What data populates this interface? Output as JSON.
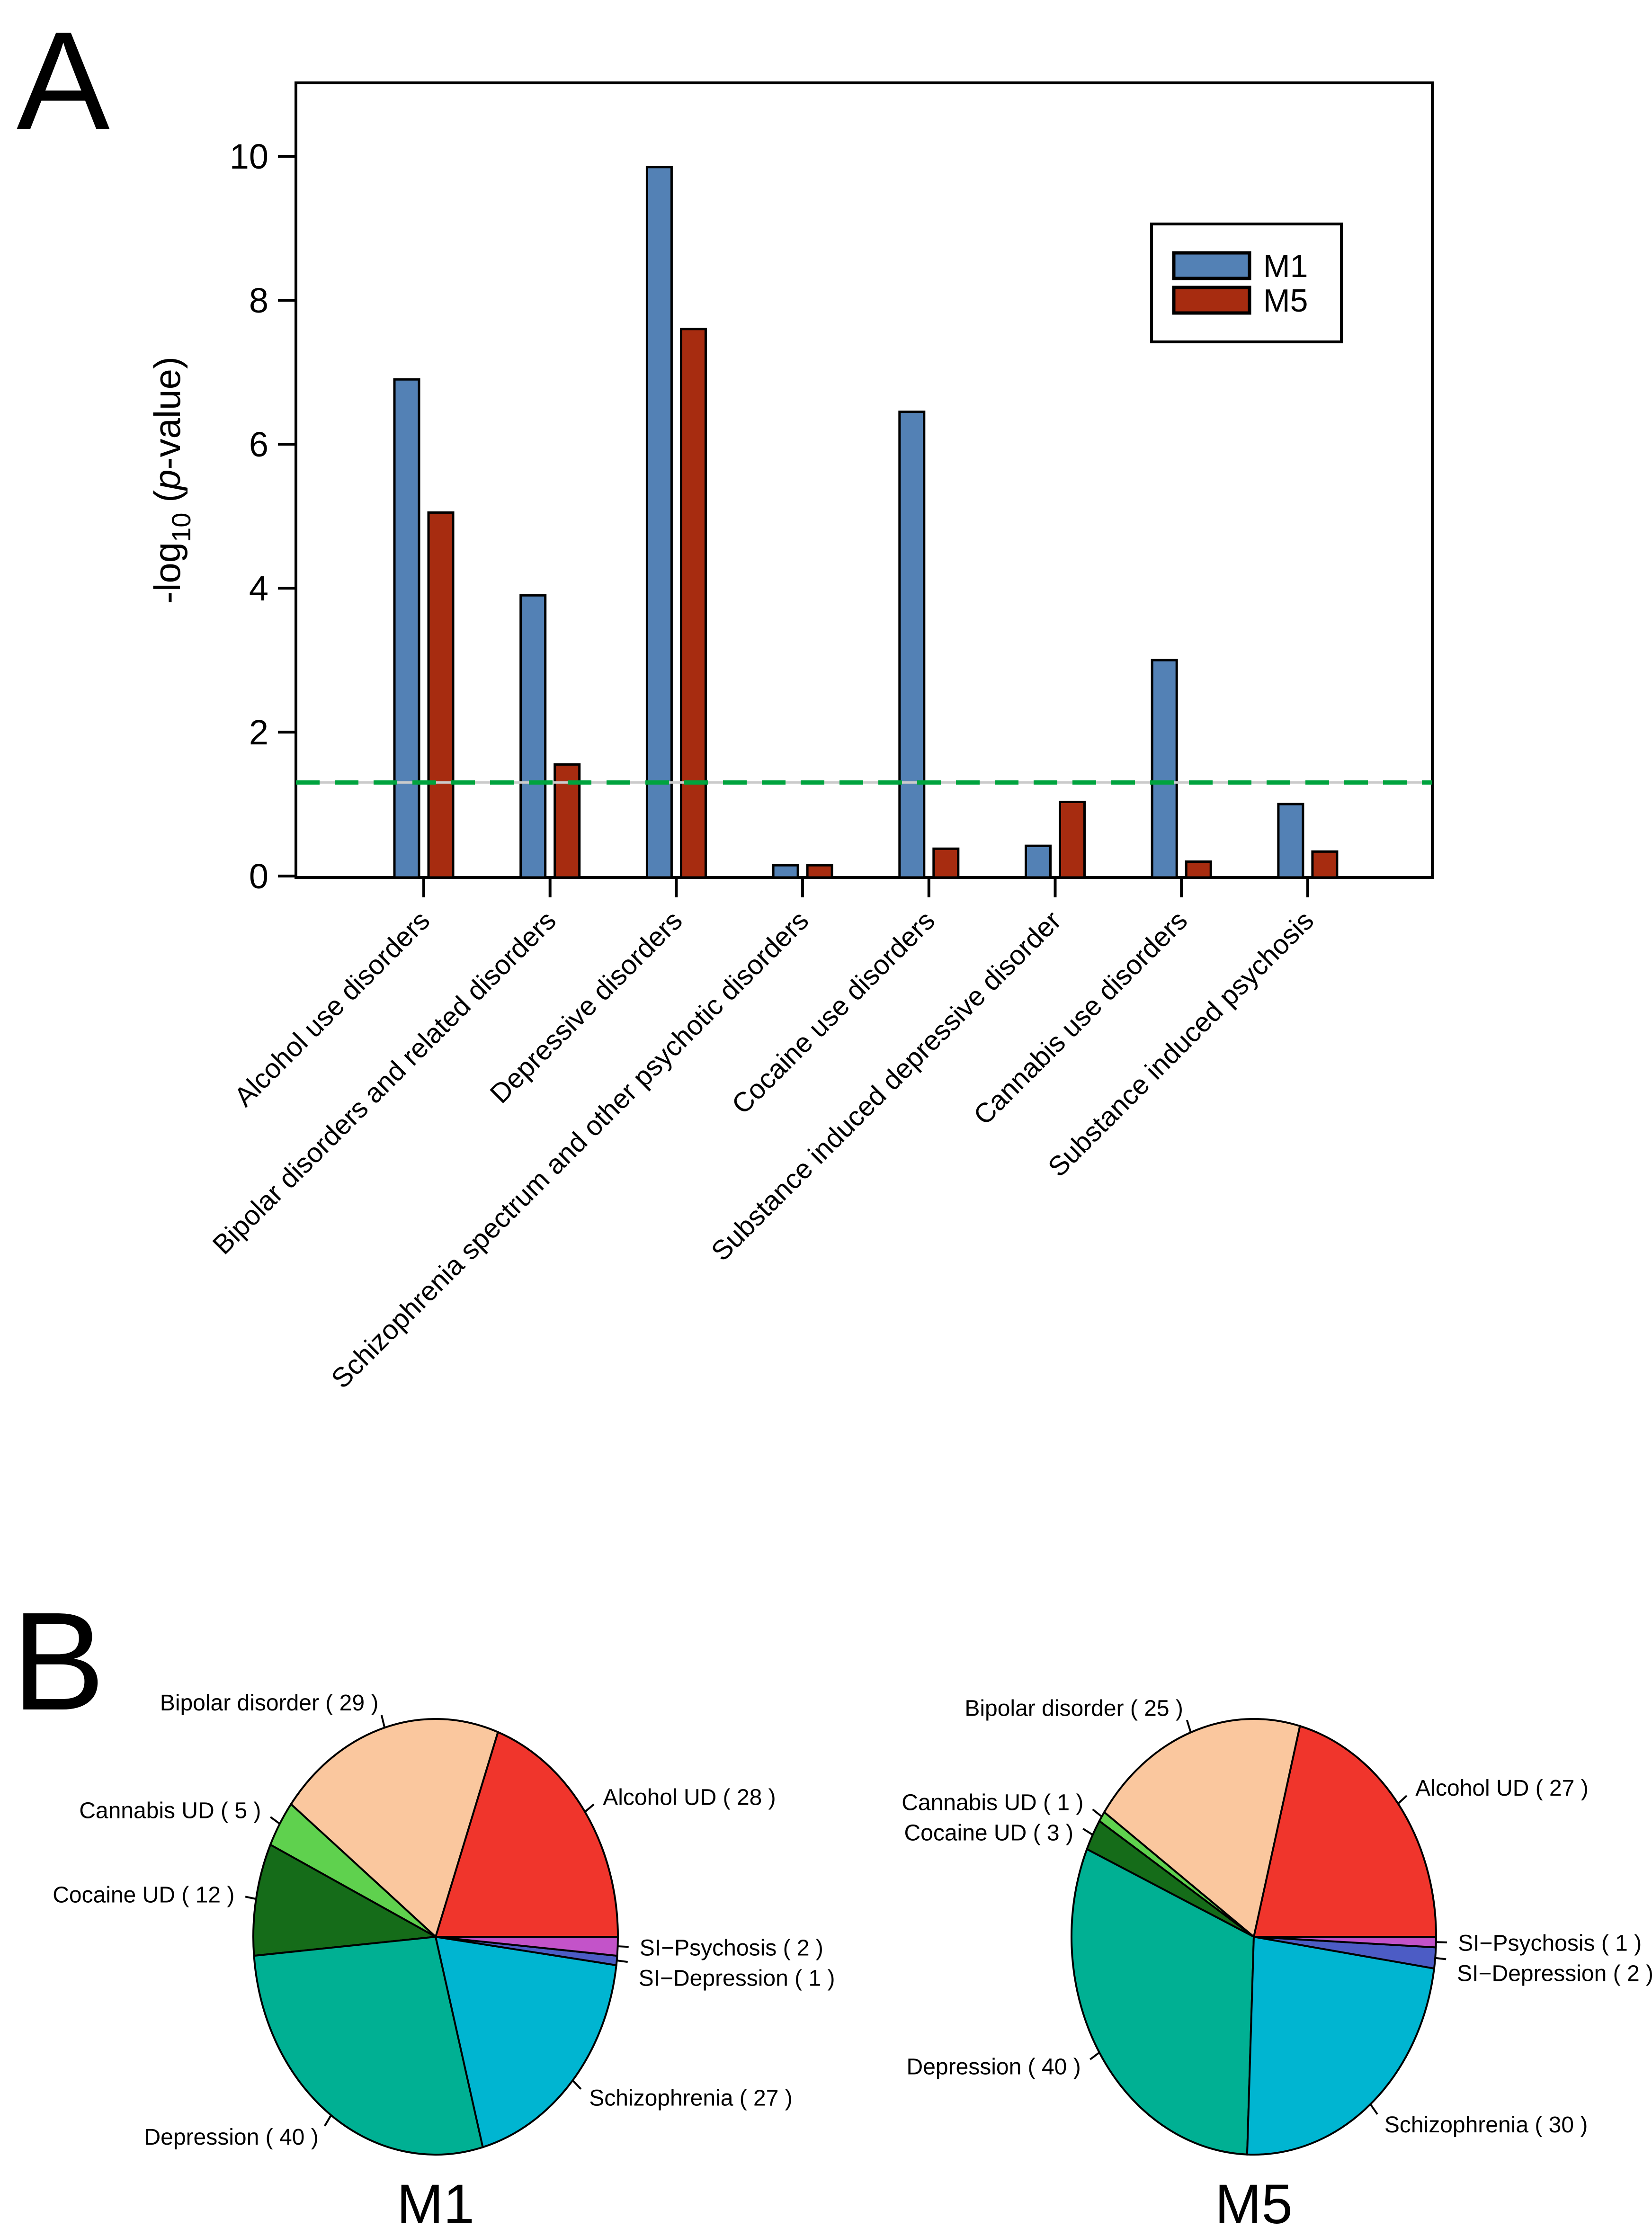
{
  "panel_a": {
    "label": "A",
    "ylabel": {
      "full": "-log10 (p-value)",
      "prefix": "-log",
      "subscript": "10",
      "open": " (",
      "italic_p": "p",
      "rest": "-value)"
    }
  },
  "panel_b": {
    "label": "B"
  },
  "chart_data": [
    {
      "id": "bar-pvalues",
      "type": "bar",
      "ylabel": "-log10 (p-value)",
      "categories": [
        "Alcohol use disorders",
        "Bipolar disorders and related disorders",
        "Depressive disorders",
        "Schizophrenia spectrum and other psychotic disorders",
        "Cocaine use disorders",
        "Substance induced depressive disorder",
        "Cannabis use disorders",
        "Substance induced psychosis"
      ],
      "series": [
        {
          "name": "M1",
          "color": "#5381B5",
          "values": [
            6.9,
            3.9,
            9.85,
            0.15,
            6.45,
            0.42,
            3.0,
            1.0
          ]
        },
        {
          "name": "M5",
          "color": "#A72C10",
          "values": [
            5.05,
            1.55,
            7.6,
            0.15,
            0.38,
            1.03,
            0.2,
            0.34
          ]
        }
      ],
      "ylim": [
        0,
        11.05
      ],
      "yticks": [
        "0",
        "2",
        "4",
        "6",
        "8",
        "10"
      ],
      "threshold": {
        "value": 1.3,
        "color": "#00A33E",
        "underlay_color": "#CBCBCB",
        "style": "dashed"
      },
      "legend_position": "top-right",
      "grid": false
    },
    {
      "id": "pie-m1",
      "type": "pie",
      "title": "M1",
      "slices": [
        {
          "label": "Alcohol UD",
          "value": 28,
          "color": "#F0352C"
        },
        {
          "label": "Bipolar disorder",
          "value": 29,
          "color": "#FAC79E"
        },
        {
          "label": "Cannabis UD",
          "value": 5,
          "color": "#5FD14E"
        },
        {
          "label": "Cocaine UD",
          "value": 12,
          "color": "#156C19"
        },
        {
          "label": "Depression",
          "value": 40,
          "color": "#00B093"
        },
        {
          "label": "Schizophrenia",
          "value": 27,
          "color": "#00B5D1"
        },
        {
          "label": "SI−Depression",
          "value": 1,
          "color": "#4C5CC5"
        },
        {
          "label": "SI−Psychosis",
          "value": 2,
          "color": "#C353C9"
        }
      ]
    },
    {
      "id": "pie-m5",
      "type": "pie",
      "title": "M5",
      "slices": [
        {
          "label": "Alcohol UD",
          "value": 27,
          "color": "#F0352C"
        },
        {
          "label": "Bipolar disorder",
          "value": 25,
          "color": "#FAC79E"
        },
        {
          "label": "Cannabis UD",
          "value": 1,
          "color": "#5FD14E"
        },
        {
          "label": "Cocaine UD",
          "value": 3,
          "color": "#156C19"
        },
        {
          "label": "Depression",
          "value": 40,
          "color": "#00B093"
        },
        {
          "label": "Schizophrenia",
          "value": 30,
          "color": "#00B5D1"
        },
        {
          "label": "SI−Depression",
          "value": 2,
          "color": "#4C5CC5"
        },
        {
          "label": "SI−Psychosis",
          "value": 1,
          "color": "#C353C9"
        }
      ]
    }
  ]
}
